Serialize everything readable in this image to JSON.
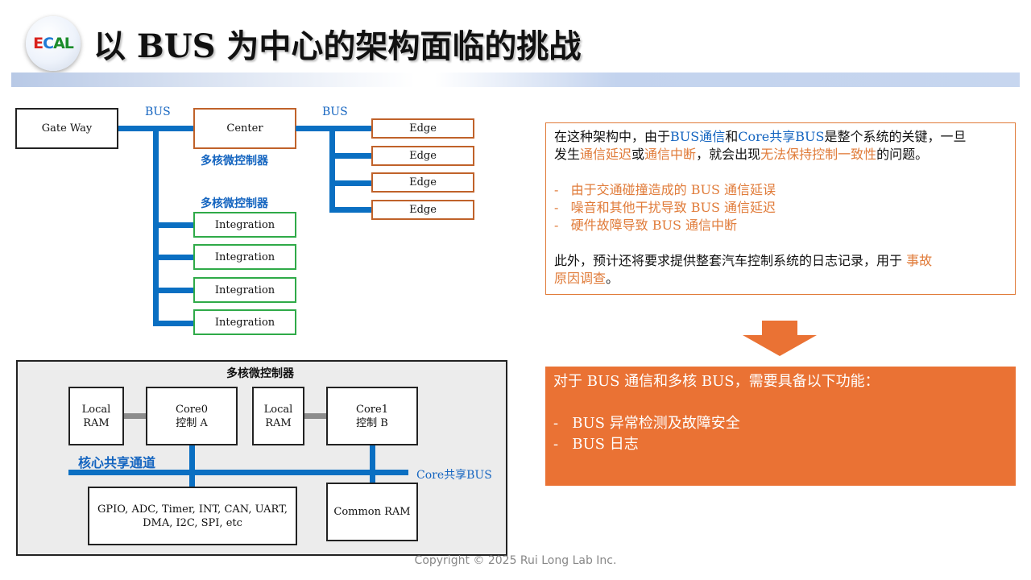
{
  "header": {
    "logo": {
      "e": "E",
      "c": "C",
      "al": "AL"
    },
    "title": "以 BUS 为中心的架构面临的挑战"
  },
  "diagram": {
    "gateway": "Gate Way",
    "bus_label_left": "BUS",
    "bus_label_right": "BUS",
    "center": "Center",
    "center_caption": "多核微控制器",
    "edges": [
      "Edge",
      "Edge",
      "Edge",
      "Edge"
    ],
    "integration_caption": "多核微控制器",
    "integrations": [
      "Integration",
      "Integration",
      "Integration",
      "Integration"
    ]
  },
  "mcu": {
    "title": "多核微控制器",
    "local_ram_a": "Local\nRAM",
    "core0": "Core0\n控制 A",
    "local_ram_b": "Local\nRAM",
    "core1": "Core1\n控制 B",
    "channel_label": "核心共享通道",
    "core_bus_label": "Core共享BUS",
    "peripherals": "GPIO, ADC, Timer, INT, CAN, UART,\nDMA, I2C, SPI, etc",
    "common_ram": "Common RAM"
  },
  "info": {
    "p1_a": "在这种架构中，由于",
    "p1_b": "BUS通信",
    "p1_c": "和",
    "p1_d": "Core共享BUS",
    "p1_e": "是整个系统的关键，一旦",
    "p2_a": "发生",
    "p2_b": "通信延迟",
    "p2_c": "或",
    "p2_d": "通信中断",
    "p2_e": "，就会出现",
    "p2_f": "无法保持控制一致性",
    "p2_g": "的问题。",
    "bullets": [
      "由于交通碰撞造成的 BUS 通信延误",
      "噪音和其他干扰导致 BUS 通信延迟",
      "硬件故障导致 BUS 通信中断"
    ],
    "p3_a": "此外，预计还将要求提供整套汽车控制系统的日志记录，用于 ",
    "p3_b": "事故",
    "p4_b": "原因调查",
    "p4_c": "。"
  },
  "requirements": {
    "heading": "对于 BUS 通信和多核 BUS，需要具备以下功能：",
    "items": [
      "BUS 异常检测及故障安全",
      "BUS 日志"
    ]
  },
  "footer": {
    "copyright": "Copyright © 2025 Rui Long Lab Inc."
  },
  "colors": {
    "bus": "#0a6fc2",
    "accent_orange": "#ea7234",
    "label_blue": "#1565c0",
    "edge_border": "#c0622a",
    "integration_border": "#2faa48"
  }
}
